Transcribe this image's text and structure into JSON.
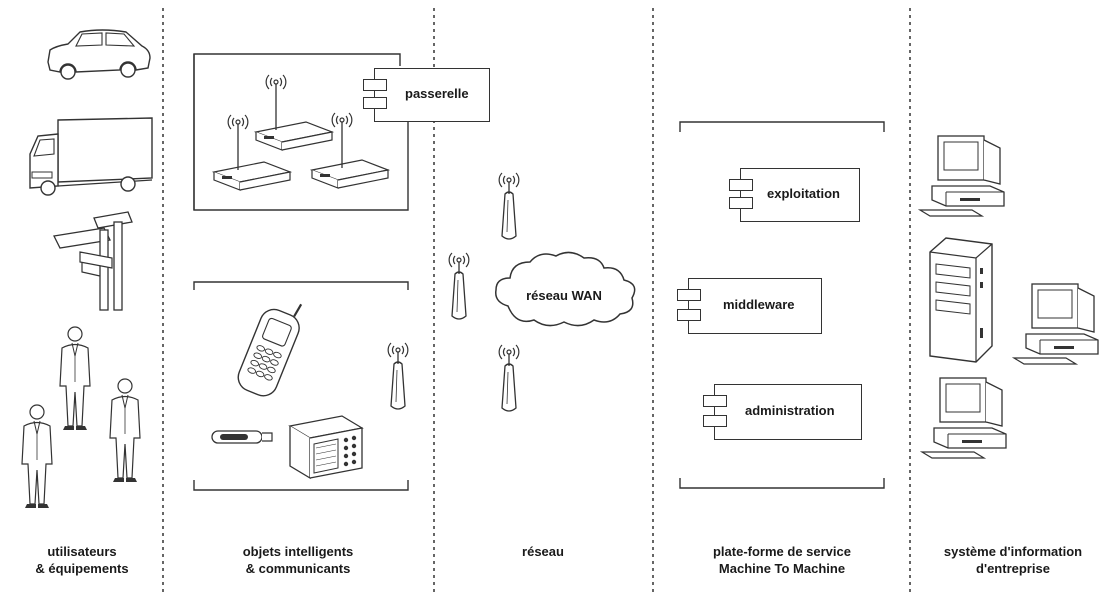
{
  "columns": [
    {
      "id": "users",
      "line1": "utilisateurs",
      "line2": "& équipements"
    },
    {
      "id": "objects",
      "line1": "objets intelligents",
      "line2": "& communicants"
    },
    {
      "id": "network",
      "line1": "réseau",
      "line2": ""
    },
    {
      "id": "platform",
      "line1": "plate-forme de service",
      "line2": "Machine To Machine"
    },
    {
      "id": "is",
      "line1": "système d'information",
      "line2": "d'entreprise"
    }
  ],
  "components": {
    "gateway": "passerelle",
    "exploitation": "exploitation",
    "middleware": "middleware",
    "administration": "administration"
  },
  "network": {
    "cloud_label": "réseau WAN"
  },
  "colors": {
    "stroke": "#333333",
    "text": "#1a1a1a",
    "background": "#ffffff"
  }
}
